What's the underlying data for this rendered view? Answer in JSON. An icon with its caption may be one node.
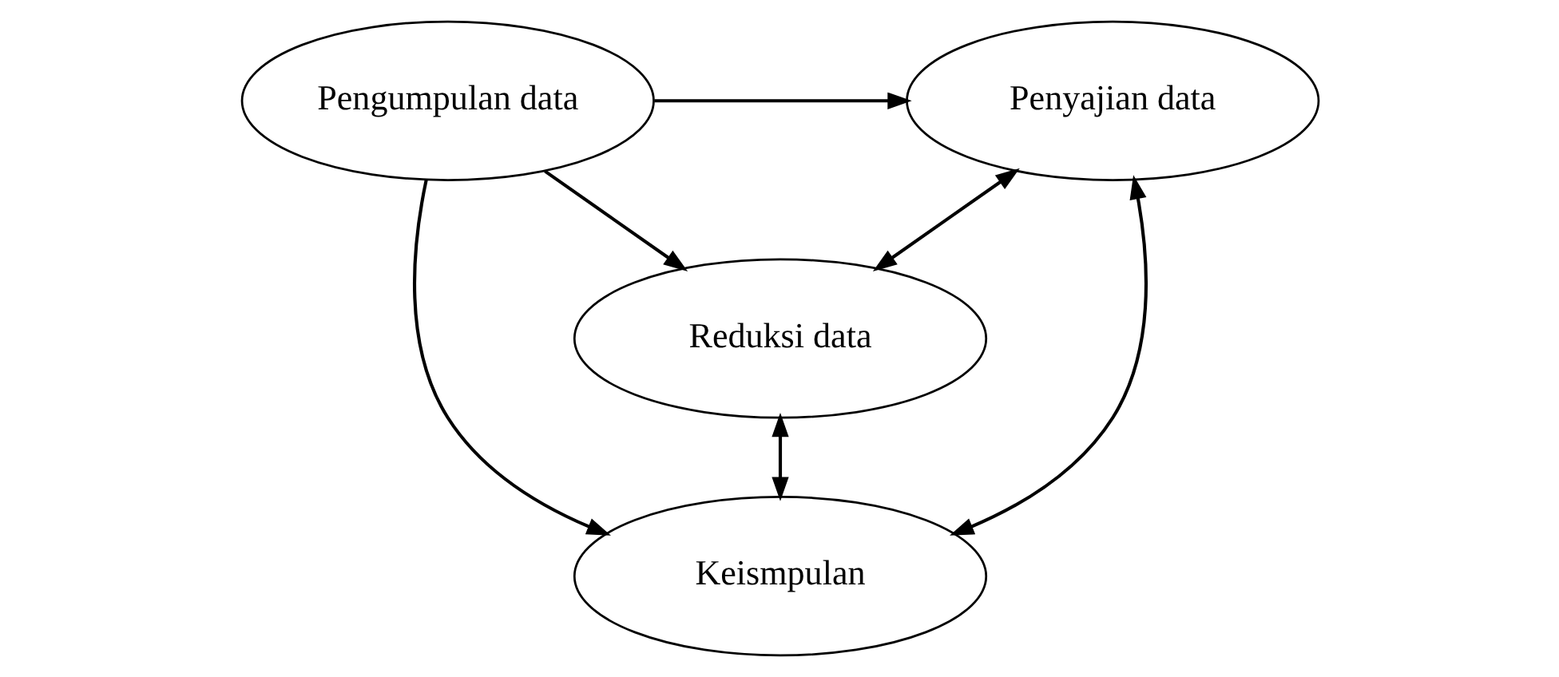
{
  "diagram": {
    "nodes": [
      {
        "text": [
          "Pengumpulan data"
        ]
      },
      {
        "text": [
          "Penyajian data"
        ]
      },
      {
        "text": [
          "Reduksi data"
        ]
      },
      {
        "text": [
          "Keismpulan"
        ]
      }
    ],
    "edges": [
      {
        "from": 0,
        "to": 1,
        "arrow": "to"
      },
      {
        "from": 0,
        "to": 2,
        "arrow": "to"
      },
      {
        "from": 2,
        "to": 1,
        "arrow": "both"
      },
      {
        "from": 1,
        "to": 3,
        "arrow": "both"
      },
      {
        "from": 2,
        "to": 3,
        "arrow": "both"
      },
      {
        "from": 0,
        "to": 3,
        "arrow": "to"
      }
    ]
  }
}
